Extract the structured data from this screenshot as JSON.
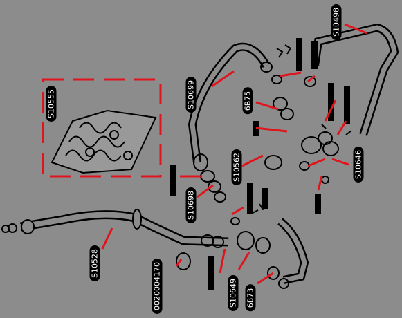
{
  "diagram": {
    "background": "#8c8c8c",
    "leader_color": "#e0141c",
    "group_box_color": "#e0141c",
    "callouts": [
      {
        "id": "S10555",
        "text": "S10555"
      },
      {
        "id": "S10699",
        "text": "S10699"
      },
      {
        "id": "S10498",
        "text": "S10498"
      },
      {
        "id": "6B75",
        "text": "6B75"
      },
      {
        "id": "S10562",
        "text": "S10562"
      },
      {
        "id": "S10646",
        "text": "S10646"
      },
      {
        "id": "S10698",
        "text": "S10698"
      },
      {
        "id": "S10528",
        "text": "S10528"
      },
      {
        "id": "0020004170",
        "text": "0020004170"
      },
      {
        "id": "S10649",
        "text": "S10649"
      },
      {
        "id": "6B73",
        "text": "6B73"
      }
    ]
  }
}
